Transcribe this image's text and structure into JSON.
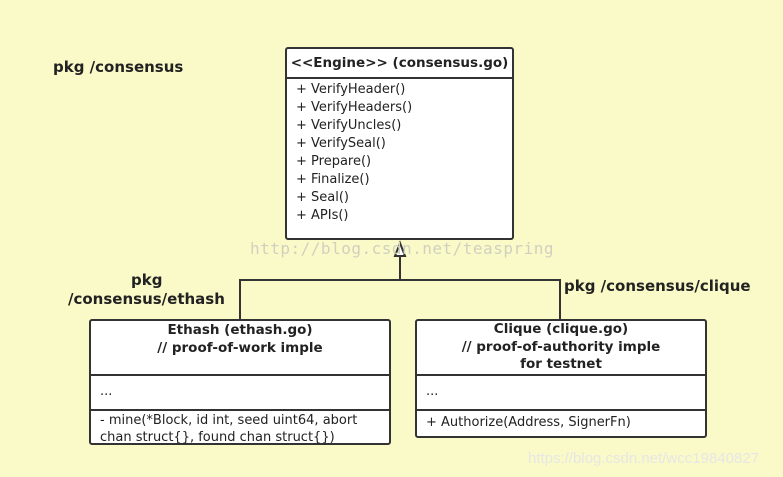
{
  "packages": {
    "consensus": "pkg /consensus",
    "ethash_line1": "pkg",
    "ethash_line2": "/consensus/ethash",
    "clique": "pkg /consensus/clique"
  },
  "engine": {
    "header": "<<Engine>> (consensus.go)",
    "methods": [
      "+ VerifyHeader()",
      "+ VerifyHeaders()",
      "+ VerifyUncles()",
      "+ VerifySeal()",
      "+ Prepare()",
      "+ Finalize()",
      "+ Seal()",
      "+ APIs()"
    ]
  },
  "ethash": {
    "header_line1": "Ethash (ethash.go)",
    "header_line2": "// proof-of-work imple",
    "fields": "...",
    "methods_line1": "- mine(*Block, id int, seed uint64, abort",
    "methods_line2": "chan struct{}, found chan struct{})"
  },
  "clique": {
    "header_line1": "Clique (clique.go)",
    "header_line2": "// proof-of-authority imple",
    "header_line3": "for testnet",
    "fields": "...",
    "method": "+ Authorize(Address, SignerFn)"
  },
  "watermarks": {
    "center": "http://blog.csdn.net/teaspring",
    "corner": "https://blog.csdn.net/wcc19840827"
  },
  "colors": {
    "background": "#fafac8",
    "line": "#333333",
    "box": "#ffffff"
  }
}
